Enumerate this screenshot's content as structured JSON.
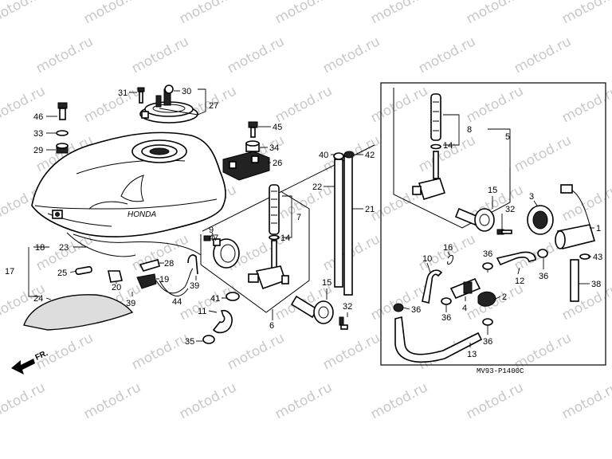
{
  "watermark": "motod.ru",
  "diagram_code": "MV93-P1400C",
  "direction_label": "FR.",
  "brand_label": "HONDA",
  "callouts": {
    "c31": "31",
    "c30": "30",
    "c27": "27",
    "c46": "46",
    "c33": "33",
    "c29": "29",
    "c45": "45",
    "c34": "34",
    "c26": "26",
    "c40": "40",
    "c42": "42",
    "c22": "22",
    "c21": "21",
    "c9": "9",
    "c47": "47",
    "c7": "7",
    "c14a": "14",
    "c18": "18",
    "c23": "23",
    "c17": "17",
    "c25": "25",
    "c28": "28",
    "c20": "20",
    "c19": "19",
    "c39a": "39",
    "c39b": "39",
    "c24": "24",
    "c44": "44",
    "c41": "41",
    "c11": "11",
    "c35": "35",
    "c6": "6",
    "c15a": "15",
    "c32a": "32",
    "c8": "8",
    "c14b": "14",
    "c5": "5",
    "c15b": "15",
    "c3": "3",
    "c1": "1",
    "c32b": "32",
    "c16": "16",
    "c10": "10",
    "c36a": "36",
    "c43": "43",
    "c12": "12",
    "c36b": "36",
    "c38": "38",
    "c4": "4",
    "c36c": "36",
    "c36d": "36",
    "c2": "2",
    "c13": "13",
    "c36e": "36"
  }
}
